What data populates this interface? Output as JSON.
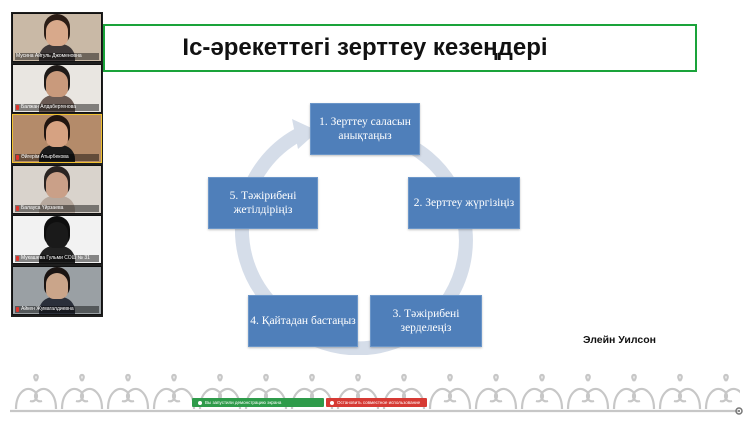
{
  "participants": [
    {
      "name": "Мусина Айгуль Джоменовна",
      "muted": false,
      "active": false,
      "bg": "#c9b9a6",
      "skin": "#d8a98b",
      "hair": "#2b1d16",
      "shirt": "#3e3838"
    },
    {
      "name": "Балжан Алдабергенова",
      "muted": true,
      "active": false,
      "bg": "#e9e6e1",
      "skin": "#c99a7c",
      "hair": "#1e1a18",
      "shirt": "#6b5b54"
    },
    {
      "name": "Әйгерім Атырбекова",
      "muted": true,
      "active": true,
      "bg": "#b48b6a",
      "skin": "#d6a282",
      "hair": "#20140f",
      "shirt": "#1b1b1b"
    },
    {
      "name": "Балауса Үйрзаева",
      "muted": true,
      "active": false,
      "bg": "#d9d3cc",
      "skin": "#caa088",
      "hair": "#2a2422",
      "shirt": "#b7a99e"
    },
    {
      "name": "Мукашева Гульми СОШ № 31",
      "muted": true,
      "active": false,
      "bg": "#f2f2f2",
      "skin": "#1a1a1a",
      "hair": "#0e0e0e",
      "shirt": "#222222"
    },
    {
      "name": "Айкен Жумагалдиевна",
      "muted": true,
      "active": false,
      "bg": "#9aa0a4",
      "skin": "#caa58a",
      "hair": "#1a1412",
      "shirt": "#2a2f3a"
    }
  ],
  "slide": {
    "title": "Іс-әрекеттегі зерттеу кезеңдері",
    "steps": [
      "1. Зерттеу саласын анықтаңыз",
      "2. Зерттеу жүргізіңіз",
      "3. Тәжірибені зерделеңіз",
      "4. Қайтадан бастаңыз",
      "5. Тәжірибені жетілдіріңіз"
    ],
    "author": "Элейн Уилсон"
  },
  "share_bar": {
    "status": "Вы запустили демонстрацию экрана",
    "stop": "Остановить совместное использование"
  },
  "colors": {
    "step_fill": "#4f7fba",
    "arrow": "#d5dde9",
    "title_border": "#1aa33a",
    "ornament": "#c7c7c7"
  }
}
